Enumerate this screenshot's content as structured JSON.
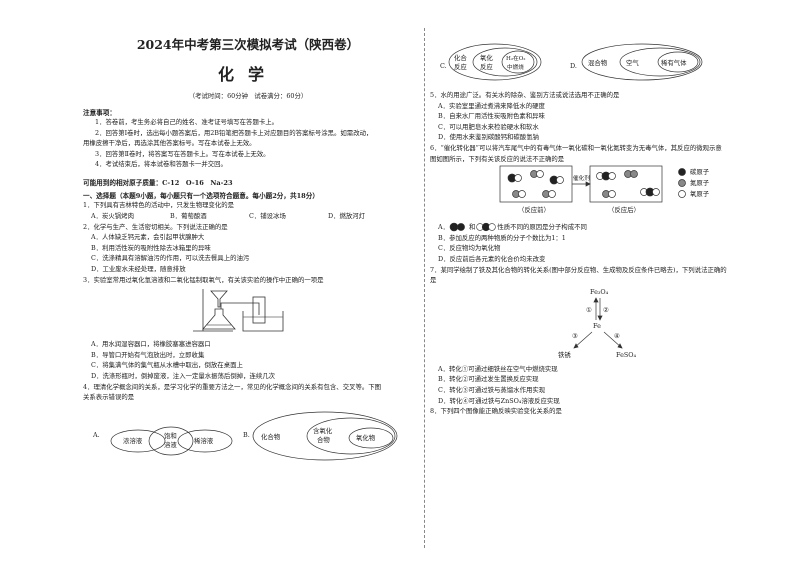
{
  "header": {
    "title": "2024年中考第三次模拟考试（陕西卷）",
    "subject": "化学",
    "meta": "（考试时间：60分钟　试卷满分：60分）"
  },
  "notes": {
    "heading": "注意事项：",
    "items": [
      "1．答卷前，考生务必将自己的姓名、准考证号填写在答题卡上。",
      "2．回答第Ⅰ卷时，选出每小题答案后，用2B铅笔把答题卡上对应题目的答案标号涂黑。如需改动，",
      "用橡皮擦干净后，再选涂其他答案标号。写在本试卷上无效。",
      "3．回答第Ⅱ卷时，将答案写在答题卡上。写在本试卷上无效。",
      "4．考试结束后，将本试卷和答题卡一并交回。"
    ]
  },
  "masses": "可能用到的相对原子质量：C-12　O-16　Na-23",
  "section1": "一、选择题（本题9小题，每小题只有一个选项符合题意。每小题2分，共18分）",
  "q1": {
    "stem": "1．下列具有吉林特色的活动中，只发生物理变化的是",
    "options": [
      "A．炭火锅烤肉",
      "B．葡萄酿酒",
      "C．铺设冰场",
      "D．燃放河灯"
    ]
  },
  "q2": {
    "stem": "2．化学与生产、生活密切相关。下列说法正确的是",
    "options": [
      "A．人体缺乏钙元素，会引起甲状腺肿大",
      "B．利用活性炭的吸附性除去冰箱里的异味",
      "C．洗涤精具有溶解油污的作用，可以洗去餐具上的油污",
      "D．工业废水未经处理，随意排放"
    ]
  },
  "q3": {
    "stem": "3．实验室常用过氧化氢溶液和二氧化锰制取氧气，有关该实验的操作中正确的一项是",
    "options": [
      "A．用水润湿容器口，将橡胶塞塞进容器口",
      "B．导管口开始有气泡放出时，立即收集",
      "C．将集满气体的集气瓶从水槽中取出，倒放在桌面上",
      "D．洗涤形瓶时，倒掉废液，注入一定量水振荡后倒掉，连续几次"
    ]
  },
  "q4": {
    "stem1": "4．理清化学概念间的关系，是学习化学的重要方法之一，常见的化学概念间的关系有包含、交叉等。下图",
    "stem2": "关系表示错误的是",
    "A": {
      "label": "A.",
      "c1": "浓溶液",
      "c2a": "饱和",
      "c2b": "溶液",
      "c3": "稀溶液"
    },
    "B": {
      "label": "B.",
      "outer": "化合物",
      "mid_a": "含氧化",
      "mid_b": "合物",
      "inner": "氧化物"
    },
    "C": {
      "label": "C.",
      "outer_a": "化合",
      "outer_b": "反应",
      "mid_a": "氧化",
      "mid_b": "反应",
      "inner_a": "H₂在O₂",
      "inner_b": "中燃烧"
    },
    "D": {
      "label": "D.",
      "outer": "混合物",
      "mid": "空气",
      "inner": "稀有气体"
    }
  },
  "q5": {
    "stem": "5．水的用途广泛。有关水的除杂、鉴别方法或说法选用不正确的是",
    "options": [
      "A．实验室里通过煮沸来降低水的硬度",
      "B．自来水厂用活性炭吸附色素和异味",
      "C．可以用肥皂水来检验硬水和软水",
      "D．使用水来鉴别碳酸钙和碳酸氢钠"
    ]
  },
  "q6": {
    "stem1": "6．“催化转化器”可以将汽车尾气中的有毒气体一氧化碳和一氧化氮转变为无毒气体，其反应的微观示意",
    "stem2": "图如图所示，下列有关该反应的说法不正确的是",
    "catalyst": "催化剂",
    "before": "（反应前）",
    "after": "（反应后）",
    "legend": [
      "碳原子",
      "氮原子",
      "氧原子"
    ],
    "optA_pre": "A．",
    "optA_and": "和",
    "optA_post": "性质不同的原因是分子构成不同",
    "options": [
      "B．参加反应的两种物质的分子个数比为1：1",
      "C．反应物均为氧化物",
      "D．反应前后各元素的化合价均未改变"
    ]
  },
  "q7": {
    "stem": "7．某同学绘制了铁及其化合物的转化关系(图中部分反应物、生成物及反应条件已略去)，下列说法正确的",
    "stem2": "是",
    "top": "Fe₃O₄",
    "center": "Fe",
    "left": "铁锈",
    "right": "FeSO₄",
    "n1": "①",
    "n2": "②",
    "n3": "③",
    "n4": "④",
    "options": [
      "A．转化①可通过细铁丝在空气中燃烧实现",
      "B．转化②可通过发生置换反应实现",
      "C．转化③可通过铁与蒸馏水作用实现",
      "D．转化④可通过铁与ZnSO₄溶液反应实现"
    ]
  },
  "q8": {
    "stem": "8．下列四个图像能正确反映实验变化关系的是"
  }
}
